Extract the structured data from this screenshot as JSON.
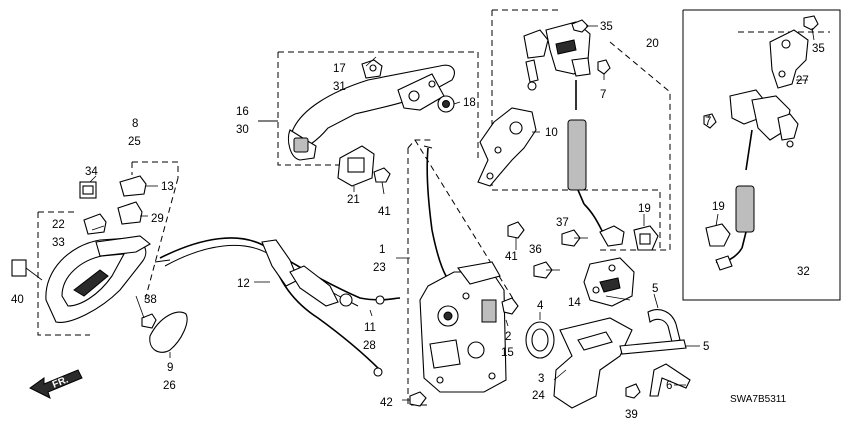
{
  "diagram_code": "SWA7B5311",
  "direction_marker": {
    "text": "FR."
  },
  "callouts": [
    "1",
    "2",
    "3",
    "4",
    "5",
    "5",
    "6",
    "7",
    "7",
    "8",
    "9",
    "10",
    "11",
    "12",
    "13",
    "14",
    "15",
    "16",
    "17",
    "18",
    "19",
    "19",
    "20",
    "21",
    "22",
    "23",
    "24",
    "25",
    "26",
    "27",
    "28",
    "29",
    "30",
    "31",
    "32",
    "33",
    "34",
    "35",
    "35",
    "36",
    "37",
    "38",
    "39",
    "40",
    "41",
    "41",
    "42"
  ]
}
